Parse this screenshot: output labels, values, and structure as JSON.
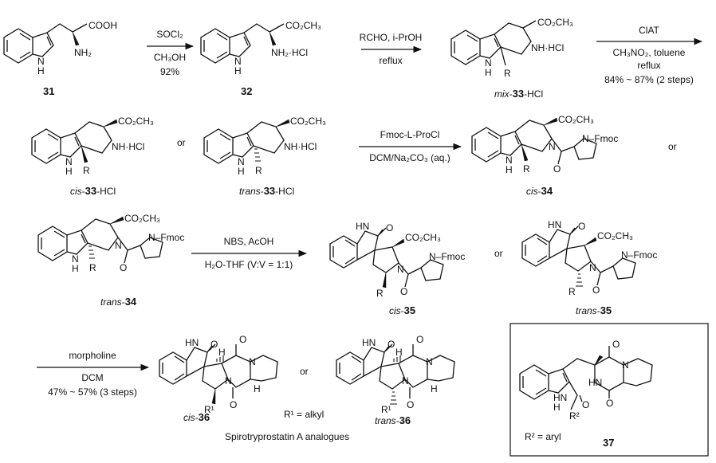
{
  "compounds": {
    "c31": {
      "label": "31",
      "cooh": "COOH",
      "nh2": "NH₂",
      "nh": "N",
      "h": "H"
    },
    "c32": {
      "label": "32",
      "ester": "CO₂CH₃",
      "amine": "NH₂·HCl",
      "nh": "N",
      "h": "H"
    },
    "mix33": {
      "label_prefix": "mix",
      "label_num": "33",
      "label_suffix": "-HCl",
      "ester": "CO₂CH₃",
      "amine": "NH·HCl",
      "nh": "N",
      "h": "H",
      "r": "R"
    },
    "cis33": {
      "label_prefix": "cis",
      "label_num": "33",
      "label_suffix": "-HCl",
      "ester": "CO₂CH₃",
      "amine": "NH·HCl",
      "nh": "N",
      "h": "H",
      "r": "R"
    },
    "trans33": {
      "label_prefix": "trans",
      "label_num": "33",
      "label_suffix": "-HCl",
      "ester": "CO₂CH₃",
      "amine": "NH·HCl",
      "nh": "N",
      "h": "H",
      "r": "R"
    },
    "cis34": {
      "label_prefix": "cis",
      "label_num": "34",
      "ester": "CO₂CH₃",
      "fmoc": "N–Fmoc",
      "n": "N",
      "o": "O",
      "nh": "N",
      "h": "H",
      "r": "R"
    },
    "trans34": {
      "label_prefix": "trans",
      "label_num": "34",
      "ester": "CO₂CH₃",
      "fmoc": "N–Fmoc",
      "n": "N",
      "o": "O",
      "nh": "N",
      "h": "H",
      "r": "R"
    },
    "cis35": {
      "label_prefix": "cis",
      "label_num": "35",
      "ester": "CO₂CH₃",
      "fmoc": "N–Fmoc",
      "n": "N",
      "o": "O",
      "nh": "HN",
      "r": "R"
    },
    "trans35": {
      "label_prefix": "trans",
      "label_num": "35",
      "ester": "CO₂CH₃",
      "fmoc": "N–Fmoc",
      "n": "N",
      "o": "O",
      "nh": "HN",
      "r": "R"
    },
    "cis36": {
      "label_prefix": "cis",
      "label_num": "36",
      "n": "N",
      "o": "O",
      "nh": "HN",
      "h": "H",
      "r": "R¹"
    },
    "trans36": {
      "label_prefix": "trans",
      "label_num": "36",
      "n": "N",
      "o": "O",
      "nh": "HN",
      "h": "H",
      "r": "R¹"
    },
    "c37": {
      "label": "37",
      "n": "N",
      "o": "O",
      "nh": "HN",
      "h": "H",
      "r": "R²",
      "r_def": "R² = aryl"
    }
  },
  "conditions": {
    "step1": {
      "top": "SOCl₂",
      "mid": "CH₃OH",
      "bot": "92%"
    },
    "step2": {
      "top": "RCHO, i-PrOH",
      "bot": "reflux"
    },
    "step3": {
      "top": "ClAT",
      "mid": "CH₃NO₂, toluene",
      "mid2": "reflux",
      "bot": "84% ~ 87% (2 steps)"
    },
    "step4": {
      "top": "Fmoc-L-ProCl",
      "bot": "DCM/Na₂CO₃ (aq.)"
    },
    "step5": {
      "top": "NBS, AcOH",
      "bot": "H₂O-THF (V:V = 1:1)"
    },
    "step6": {
      "top": "morpholine",
      "mid": "DCM",
      "bot": "47% ~ 57% (3 steps)"
    }
  },
  "labels": {
    "or1": "or",
    "or2": "or",
    "or3": "or",
    "or4": "or",
    "r1_def": "R¹ = alkyl",
    "analogues": "Spirotryprostatin A analogues"
  }
}
